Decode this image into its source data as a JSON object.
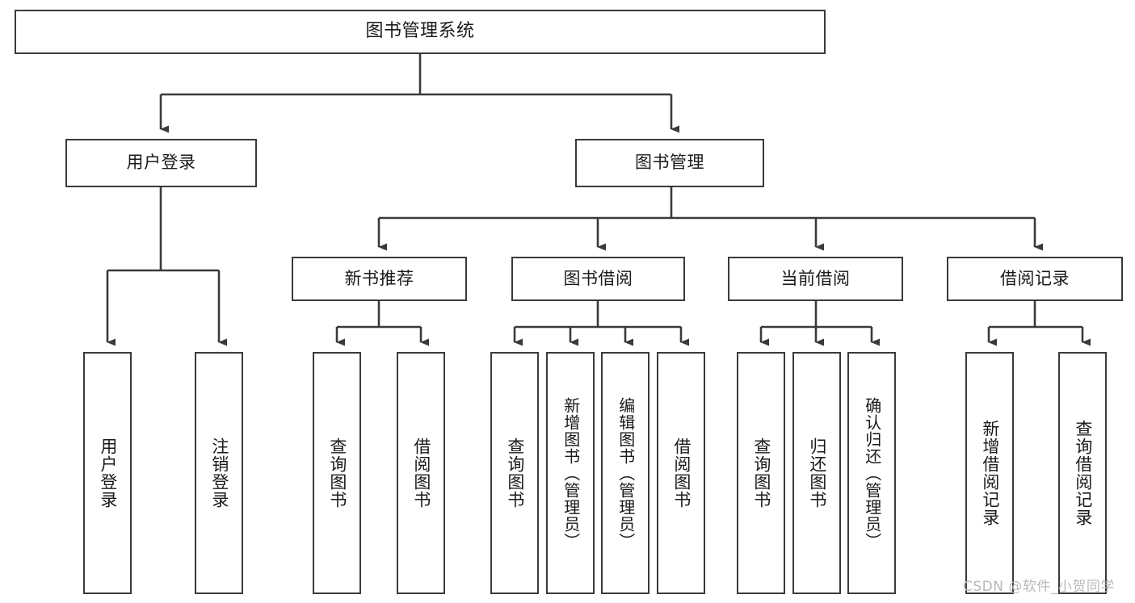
{
  "diagram": {
    "type": "tree-hierarchy",
    "title": "图书管理系统",
    "watermark": "CSDN @软件_小贺同学",
    "colors": {
      "stroke": "#3a3a3a",
      "fill": "#ffffff",
      "text": "#1a1a1a",
      "watermark": "#b9b9b9"
    },
    "levels": {
      "root": {
        "label": "图书管理系统"
      },
      "level1": [
        {
          "label": "用户登录"
        },
        {
          "label": "图书管理"
        }
      ],
      "level2": [
        {
          "label": "新书推荐"
        },
        {
          "label": "图书借阅"
        },
        {
          "label": "当前借阅"
        },
        {
          "label": "借阅记录"
        }
      ]
    },
    "leaves": {
      "user_login": [
        {
          "label": "用户登录"
        },
        {
          "label": "注销登录"
        }
      ],
      "new_book_recommend": [
        {
          "label": "查询图书"
        },
        {
          "label": "借阅图书"
        }
      ],
      "book_borrow": [
        {
          "label": "查询图书"
        },
        {
          "label": "新增图书（管理员）"
        },
        {
          "label": "编辑图书（管理员）"
        },
        {
          "label": "借阅图书"
        }
      ],
      "current_borrow": [
        {
          "label": "查询图书"
        },
        {
          "label": "归还图书"
        },
        {
          "label": "确认归还（管理员）"
        }
      ],
      "borrow_record": [
        {
          "label": "新增借阅记录"
        },
        {
          "label": "查询借阅记录"
        }
      ]
    }
  }
}
